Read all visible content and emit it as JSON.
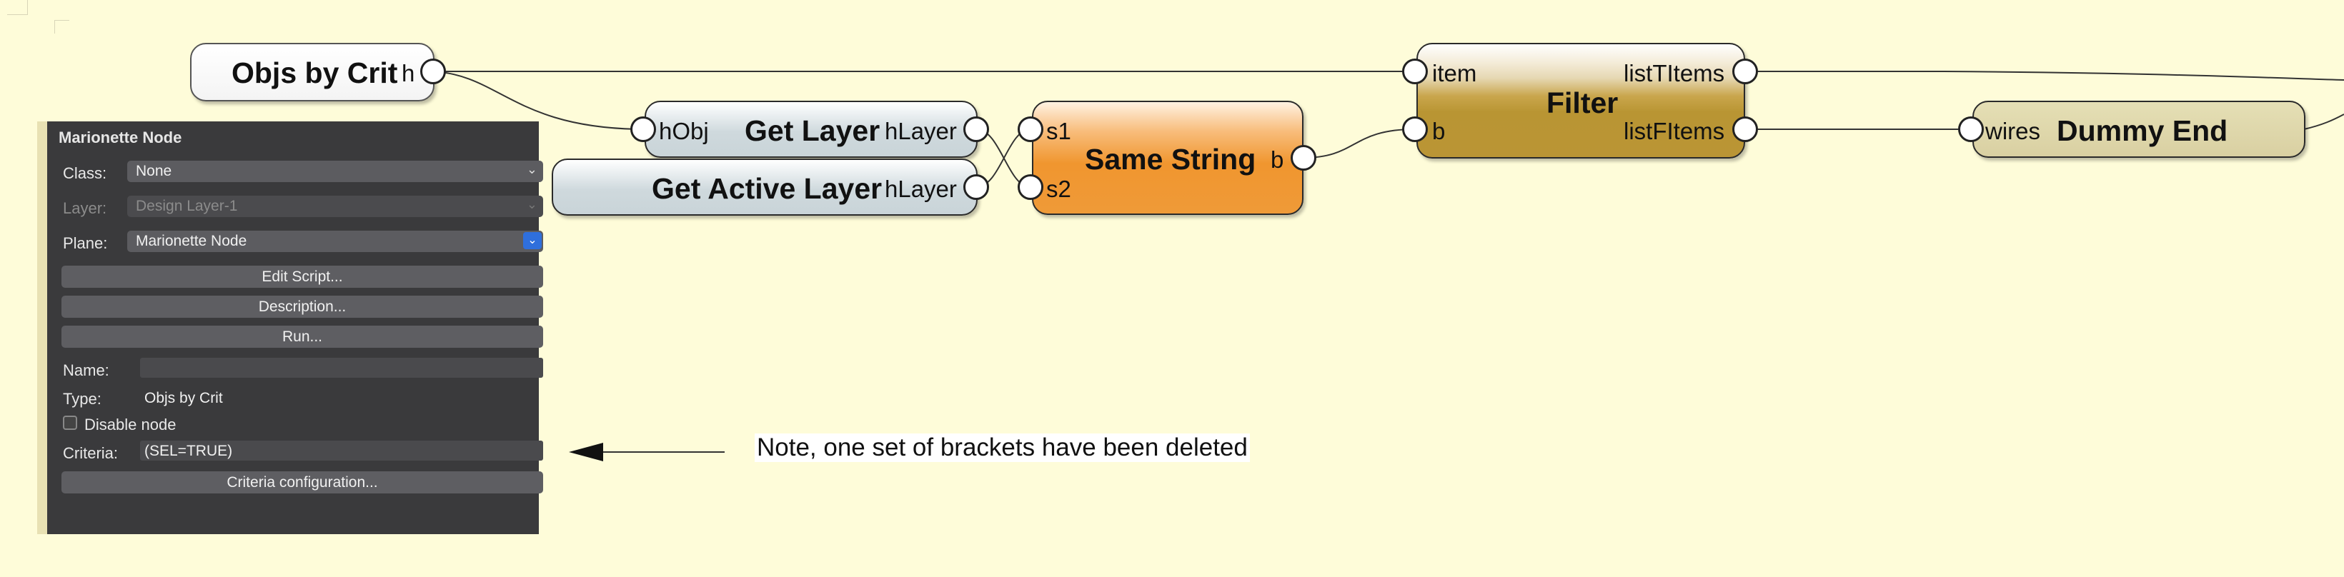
{
  "nodes": {
    "objs_by_crit": {
      "title": "Objs by Crit",
      "output": "h"
    },
    "get_layer": {
      "title": "Get Layer",
      "input": "hObj",
      "output": "hLayer"
    },
    "get_active_layer": {
      "title": "Get Active Layer",
      "output": "hLayer"
    },
    "same_string": {
      "title": "Same String",
      "input1": "s1",
      "input2": "s2",
      "output": "b"
    },
    "filter": {
      "title": "Filter",
      "input1": "item",
      "input2": "b",
      "output1": "listTItems",
      "output2": "listFItems"
    },
    "dummy_end": {
      "title": "Dummy End",
      "input": "wires"
    }
  },
  "inspector": {
    "title": "Marionette Node",
    "class_label": "Class:",
    "class_value": "None",
    "layer_label": "Layer:",
    "layer_value": "Design Layer-1",
    "plane_label": "Plane:",
    "plane_value": "Marionette Node",
    "edit_script": "Edit Script...",
    "description": "Description...",
    "run": "Run...",
    "name_label": "Name:",
    "name_value": "",
    "type_label": "Type:",
    "type_value": "Objs by Crit",
    "disable_label": "Disable node",
    "criteria_label": "Criteria:",
    "criteria_value": "(SEL=TRUE)",
    "criteria_config": "Criteria configuration..."
  },
  "annotation": {
    "text": "Note, one set of brackets have been deleted"
  },
  "colors": {
    "canvas": "#fefcd9",
    "same_string_node": "#f0962f",
    "filter_node": "#b99533",
    "dummy_end_node": "#d9d0a2",
    "panel_bg": "#3a3a3c",
    "plane_chevron": "#2f6fdc"
  }
}
